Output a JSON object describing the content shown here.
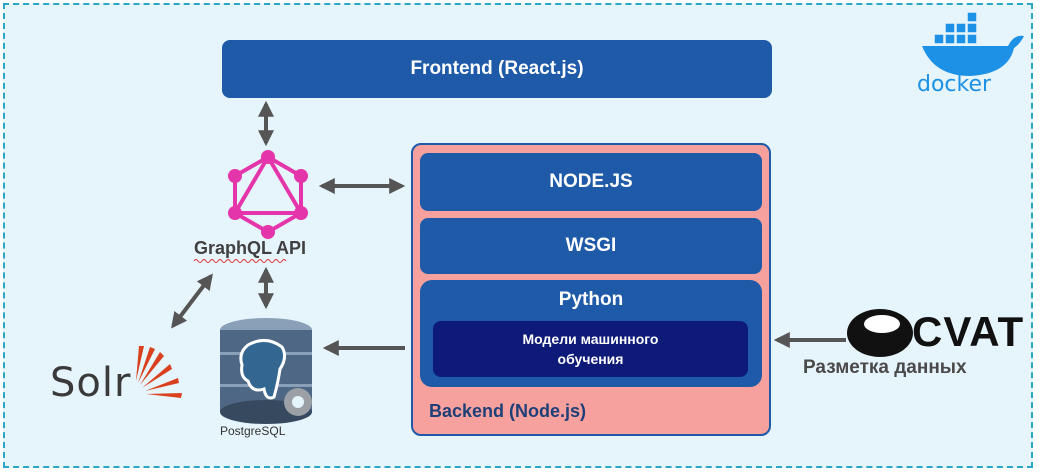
{
  "frontend": {
    "label": "Frontend (React.js)"
  },
  "backend": {
    "nodejs": "NODE.JS",
    "wsgi": "WSGI",
    "python": "Python",
    "ml": "Модели машинного обучения",
    "label": "Backend (Node.js)"
  },
  "graphql": {
    "label": "GraphQL API",
    "color": "#e535ab"
  },
  "solr": {
    "label": "Solr",
    "color": "#d9411e"
  },
  "postgres": {
    "label": "PostgreSQL"
  },
  "docker": {
    "label": "docker",
    "color": "#1d91e6"
  },
  "cvat": {
    "label": "CVAT",
    "sub": "Разметка данных"
  },
  "colors": {
    "box": "#1e5aa8",
    "ml": "#0e1a78",
    "backend_bg": "#f7a19e",
    "frame": "#2aa7c6",
    "arrow": "#555555"
  }
}
